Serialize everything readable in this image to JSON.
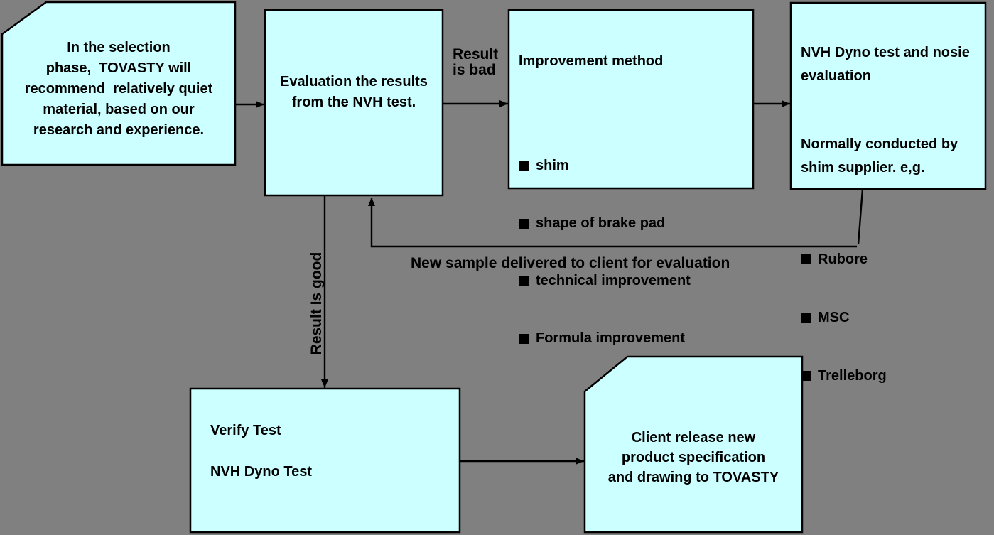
{
  "palette": {
    "background": "#808080",
    "box_fill": "#ccffff",
    "line": "#000000"
  },
  "boxes": {
    "selection_phase": {
      "text": "In the selection\nphase,  TOVASTY will\nrecommend  relatively quiet\nmaterial, based on our\nresearch and experience."
    },
    "evaluation": {
      "text": "Evaluation the results\nfrom the NVH test."
    },
    "improvement": {
      "title": "Improvement method",
      "items": [
        {
          "label": "shim"
        },
        {
          "label": "shape of brake pad"
        },
        {
          "label": "technical improvement"
        },
        {
          "label": "Formula improvement"
        }
      ]
    },
    "nvh_dyno": {
      "heading": "NVH Dyno test and nosie\nevaluation",
      "subheading": "Normally conducted by\nshim supplier. e,g.",
      "items": [
        {
          "label": "Rubore"
        },
        {
          "label": "MSC"
        },
        {
          "label": "Trelleborg"
        }
      ]
    },
    "verify_test": {
      "text": "Verify Test\n\nNVH Dyno Test"
    },
    "client_release": {
      "text": "Client release new\nproduct specification\nand drawing to TOVASTY"
    }
  },
  "labels": {
    "result_bad": "Result\nis bad",
    "result_good": "Result Is good",
    "new_sample": "New sample delivered to client for evaluation"
  }
}
